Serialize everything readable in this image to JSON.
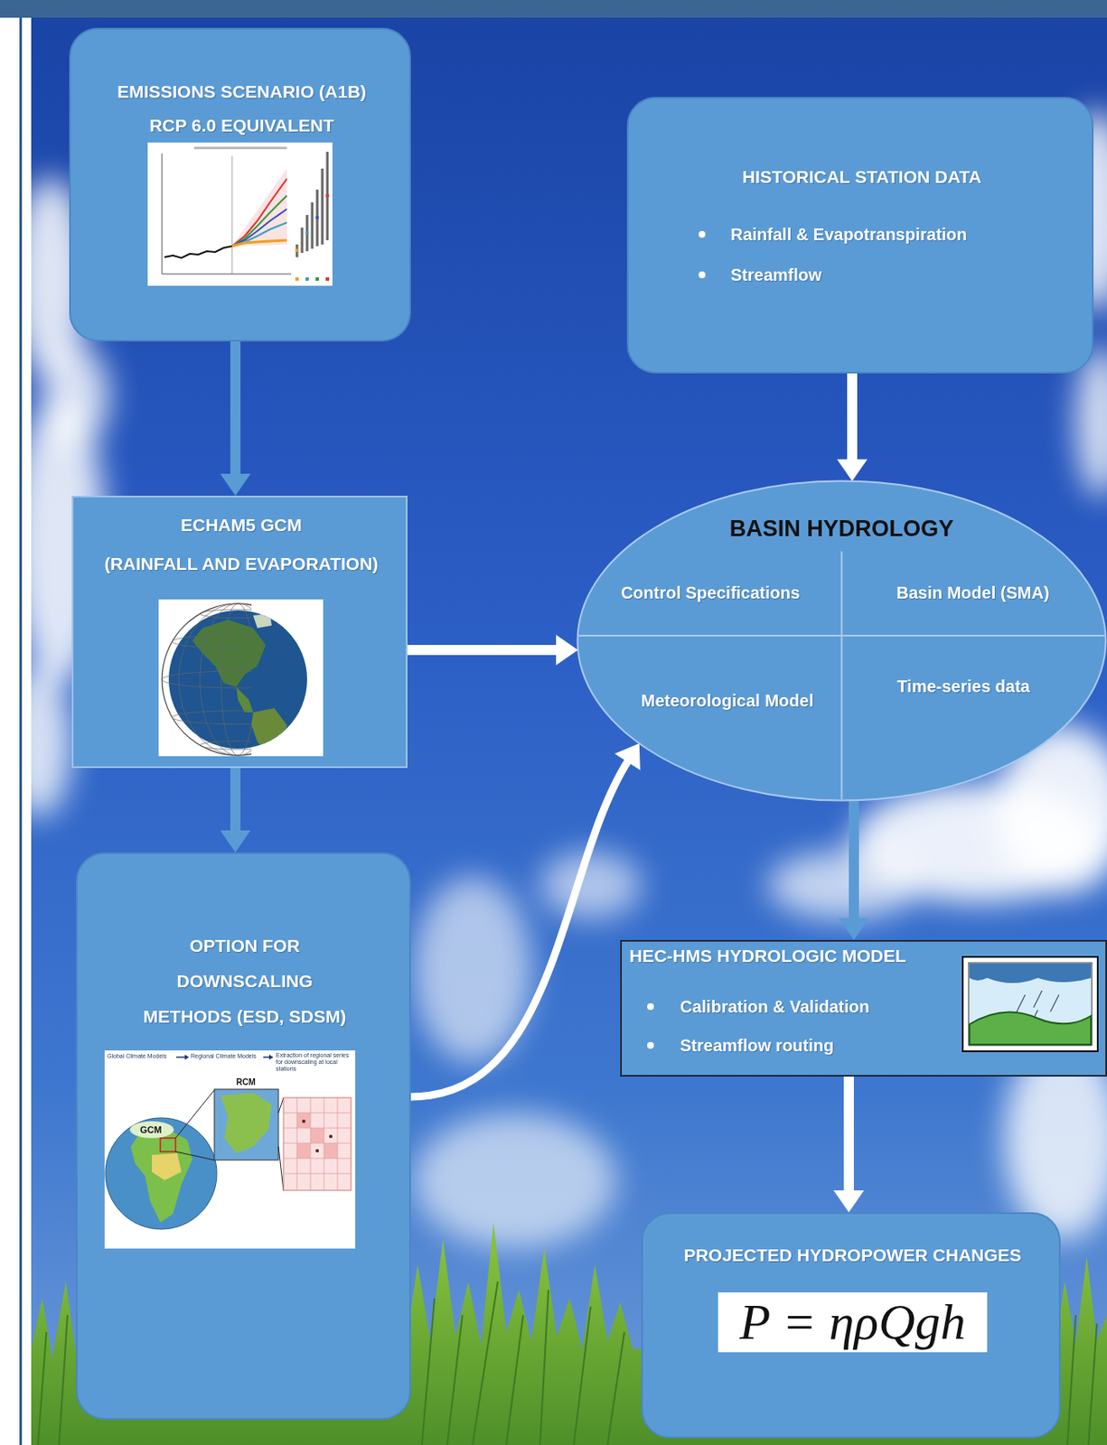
{
  "diagram": {
    "nodes": [
      {
        "text": [
          "EMISSIONS SCENARIO (A1B)",
          "RCP 6.0 EQUIVALENT"
        ]
      },
      {
        "text": [
          "HISTORICAL STATION DATA",
          "Rainfall & Evapotranspiration",
          "Streamflow"
        ]
      },
      {
        "text": [
          "ECHAM5 GCM",
          "(RAINFALL AND EVAPORATION)"
        ]
      },
      {
        "text": [
          "BASIN HYDROLOGY",
          "Control Specifications",
          "Basin Model (SMA)",
          "Meteorological Model",
          "Time-series data"
        ]
      },
      {
        "text": [
          "OPTION FOR DOWNSCALING METHODS (ESD, SDSM)"
        ]
      },
      {
        "text": [
          "HEC-HMS HYDROLOGIC MODEL",
          "Calibration & Validation",
          "Streamflow routing"
        ]
      },
      {
        "text": [
          "PROJECTED HYDROPOWER CHANGES",
          "P = ηρQgh"
        ]
      }
    ],
    "edges": [
      {
        "from": 0,
        "to": 2,
        "arrow": "to"
      },
      {
        "from": 2,
        "to": 4,
        "arrow": "to"
      },
      {
        "from": 1,
        "to": 3,
        "arrow": "to"
      },
      {
        "from": 2,
        "to": 3,
        "arrow": "to"
      },
      {
        "from": 4,
        "to": 3,
        "arrow": "to"
      },
      {
        "from": 3,
        "to": 5,
        "arrow": "to"
      },
      {
        "from": 5,
        "to": 6,
        "arrow": "to"
      }
    ],
    "labels": [
      "Global Climate Models",
      "Regional Climate Models",
      "Extraction of regional series for downscaling at local stations",
      "GCM",
      "RCM"
    ]
  }
}
